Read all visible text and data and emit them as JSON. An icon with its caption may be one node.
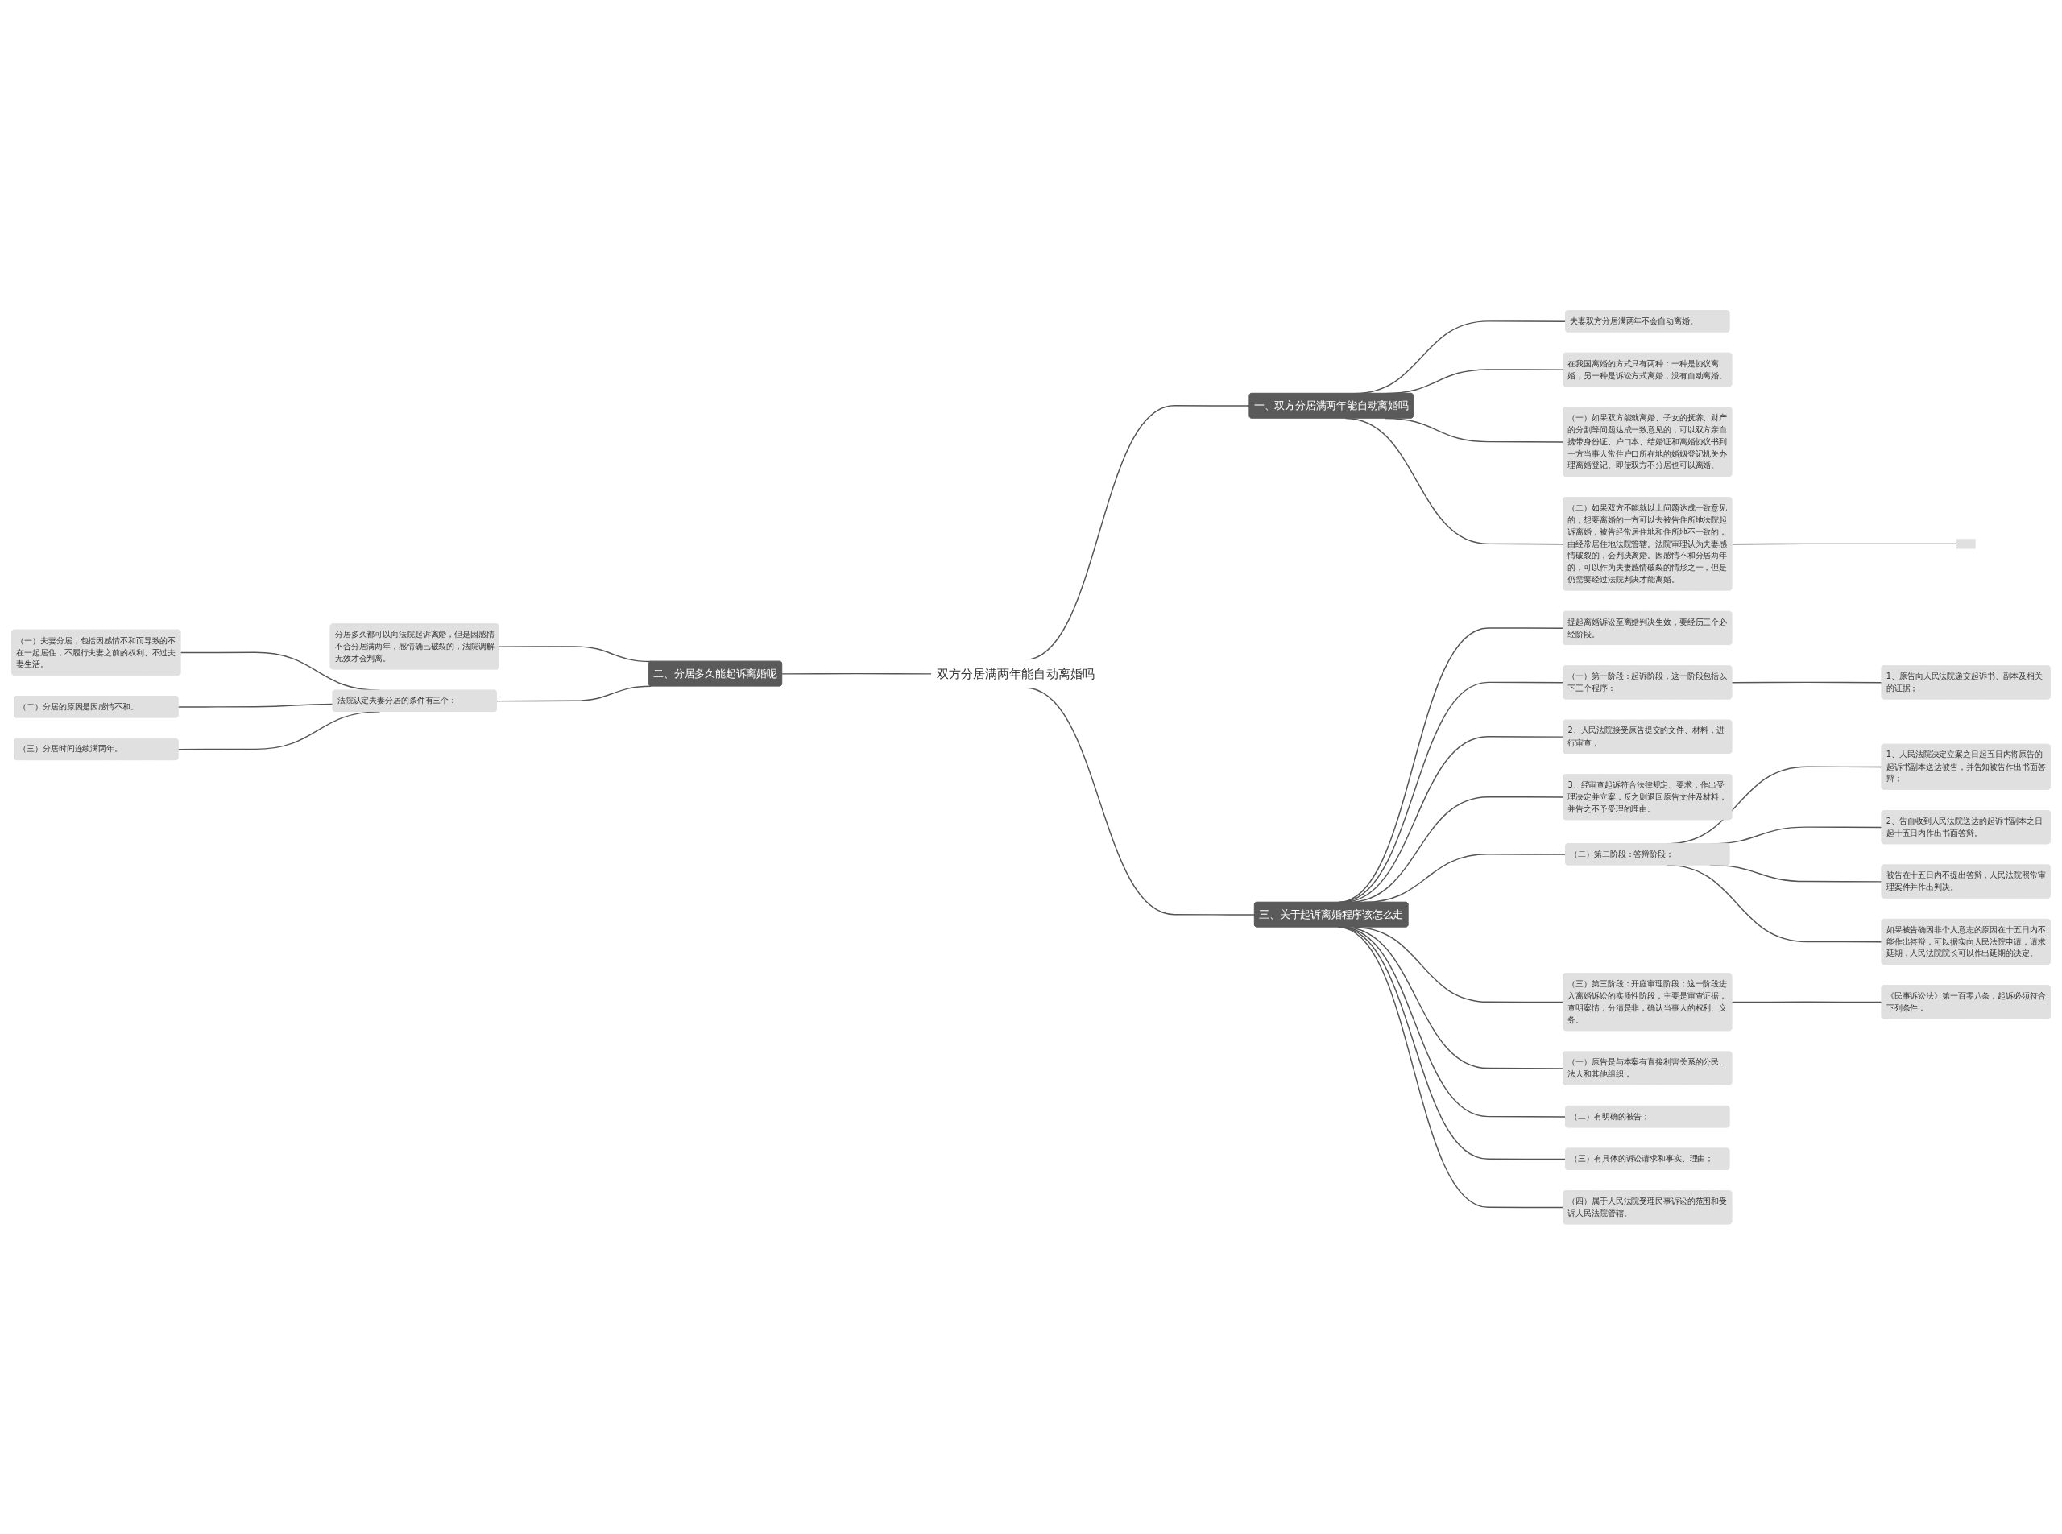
{
  "diagram": {
    "nodes": [
      {
        "text": [
          "双方分居满两年能自动离婚吗"
        ]
      },
      {
        "text": [
          "一、双方分居满两年能自动离婚吗"
        ]
      },
      {
        "text": [
          "夫妻双方分居满两年不会自动离婚。"
        ]
      },
      {
        "text": [
          "在我国离婚的方式只有两种：一种是协议离婚，另一种是诉讼方式离婚，没有自动离婚。"
        ]
      },
      {
        "text": [
          "（一）如果双方能就离婚、子女的抚养、财产的分割等问题达成一致意见的，可以双方亲自携带身份证、户口本、结婚证和离婚协议书到一方当事人常住户口所在地的婚姻登记机关办理离婚登记。即使双方不分居也可以离婚。"
        ]
      },
      {
        "text": [
          "（二）如果双方不能就以上问题达成一致意见的，想要离婚的一方可以去被告住所地法院起诉离婚，被告经常居住地和住所地不一致的，由经常居住地法院管辖。法院审理认为夫妻感情破裂的，会判决离婚。因感情不和分居两年的，可以作为夫妻感情破裂的情形之一，但是仍需要经过法院判决才能离婚。"
        ]
      },
      {
        "text": [],
        "shape": "box"
      },
      {
        "text": [
          "二、分居多久能起诉离婚呢"
        ]
      },
      {
        "text": [
          "分居多久都可以向法院起诉离婚，但是因感情不合分居满两年，感情确已破裂的，法院调解无效才会判离。"
        ]
      },
      {
        "text": [
          "法院认定夫妻分居的条件有三个："
        ]
      },
      {
        "text": [
          "（一）夫妻分居，包括因感情不和而导致的不在一起居住，不履行夫妻之前的权利、不过夫妻生活。"
        ]
      },
      {
        "text": [
          "（二）分居的原因是因感情不和。"
        ]
      },
      {
        "text": [
          "（三）分居时间连续满两年。"
        ]
      },
      {
        "text": [
          "三、关于起诉离婚程序该怎么走"
        ]
      },
      {
        "text": [
          "提起离婚诉讼至离婚判决生效，要经历三个必经阶段。"
        ]
      },
      {
        "text": [
          "（一）第一阶段：起诉阶段，这一阶段包括以下三个程序："
        ]
      },
      {
        "text": [
          "1、原告向人民法院递交起诉书、副本及相关的证据；"
        ]
      },
      {
        "text": [
          "2、人民法院接受原告提交的文件、材料，进行审查；"
        ]
      },
      {
        "text": [
          "3、经审查起诉符合法律规定、要求，作出受理决定并立案，反之则退回原告文件及材料，并告之不予受理的理由。"
        ]
      },
      {
        "text": [
          "（二）第二阶段：答辩阶段；"
        ]
      },
      {
        "text": [
          "1、人民法院决定立案之日起五日内将原告的起诉书副本送达被告，并告知被告作出书面答辩；"
        ]
      },
      {
        "text": [
          "2、告自收到人民法院送达的起诉书副本之日起十五日内作出书面答辩。"
        ]
      },
      {
        "text": [
          "被告在十五日内不提出答辩，人民法院照常审理案件并作出判决。"
        ]
      },
      {
        "text": [
          "如果被告确因非个人意志的原因在十五日内不能作出答辩，可以据实向人民法院申请，请求延期，人民法院院长可以作出延期的决定。"
        ]
      },
      {
        "text": [
          "（三）第三阶段：开庭审理阶段；这一阶段进入离婚诉讼的实质性阶段，主要是审查证据，查明案情，分清是非，确认当事人的权利、义务。"
        ]
      },
      {
        "text": [
          "《民事诉讼法》第一百零八条，起诉必须符合下列条件："
        ]
      },
      {
        "text": [
          "（一）原告是与本案有直接利害关系的公民、法人和其他组织；"
        ]
      },
      {
        "text": [
          "（二）有明确的被告；"
        ]
      },
      {
        "text": [
          "（三）有具体的诉讼请求和事实、理由；"
        ]
      },
      {
        "text": [
          "（四）属于人民法院受理民事诉讼的范围和受诉人民法院管辖。"
        ]
      }
    ],
    "edges": [
      {
        "from": 0,
        "to": 1,
        "arrow": "none"
      },
      {
        "from": 1,
        "to": 2,
        "arrow": "none"
      },
      {
        "from": 1,
        "to": 3,
        "arrow": "none"
      },
      {
        "from": 1,
        "to": 4,
        "arrow": "none"
      },
      {
        "from": 1,
        "to": 5,
        "arrow": "none"
      },
      {
        "from": 5,
        "to": 6,
        "arrow": "none"
      },
      {
        "from": 0,
        "to": 7,
        "arrow": "none"
      },
      {
        "from": 7,
        "to": 8,
        "arrow": "none"
      },
      {
        "from": 7,
        "to": 9,
        "arrow": "none"
      },
      {
        "from": 9,
        "to": 10,
        "arrow": "none"
      },
      {
        "from": 9,
        "to": 11,
        "arrow": "none"
      },
      {
        "from": 9,
        "to": 12,
        "arrow": "none"
      },
      {
        "from": 0,
        "to": 13,
        "arrow": "none"
      },
      {
        "from": 13,
        "to": 14,
        "arrow": "none"
      },
      {
        "from": 13,
        "to": 15,
        "arrow": "none"
      },
      {
        "from": 15,
        "to": 16,
        "arrow": "none"
      },
      {
        "from": 13,
        "to": 17,
        "arrow": "none"
      },
      {
        "from": 13,
        "to": 18,
        "arrow": "none"
      },
      {
        "from": 13,
        "to": 19,
        "arrow": "none"
      },
      {
        "from": 19,
        "to": 20,
        "arrow": "none"
      },
      {
        "from": 19,
        "to": 21,
        "arrow": "none"
      },
      {
        "from": 19,
        "to": 22,
        "arrow": "none"
      },
      {
        "from": 19,
        "to": 23,
        "arrow": "none"
      },
      {
        "from": 13,
        "to": 24,
        "arrow": "none"
      },
      {
        "from": 24,
        "to": 25,
        "arrow": "none"
      },
      {
        "from": 13,
        "to": 26,
        "arrow": "none"
      },
      {
        "from": 13,
        "to": 27,
        "arrow": "none"
      },
      {
        "from": 13,
        "to": 28,
        "arrow": "none"
      },
      {
        "from": 13,
        "to": 29,
        "arrow": "none"
      }
    ]
  }
}
